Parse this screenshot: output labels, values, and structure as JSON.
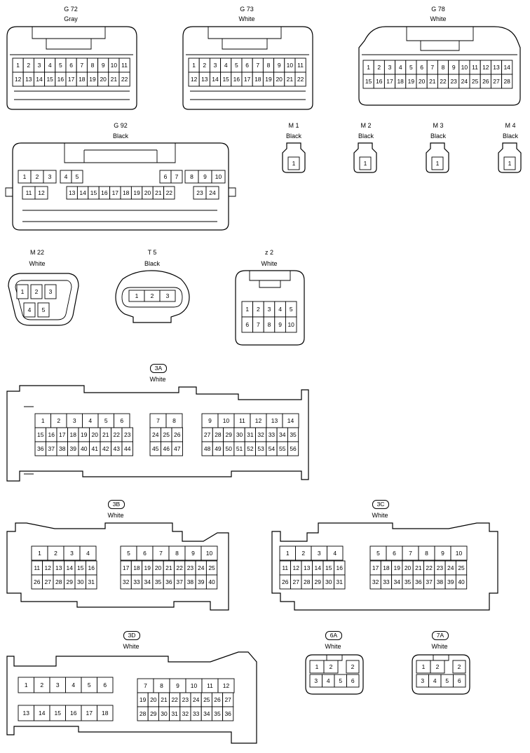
{
  "connectors": {
    "g72": {
      "code": "G 72",
      "color": "Gray",
      "top": [
        "1",
        "2",
        "3",
        "4",
        "5",
        "6",
        "7",
        "8",
        "9",
        "10",
        "11"
      ],
      "bottom": [
        "12",
        "13",
        "14",
        "15",
        "16",
        "17",
        "18",
        "19",
        "20",
        "21",
        "22"
      ]
    },
    "g73": {
      "code": "G 73",
      "color": "White",
      "top": [
        "1",
        "2",
        "3",
        "4",
        "5",
        "6",
        "7",
        "8",
        "9",
        "10",
        "11"
      ],
      "bottom": [
        "12",
        "13",
        "14",
        "15",
        "16",
        "17",
        "18",
        "19",
        "20",
        "21",
        "22"
      ]
    },
    "g78": {
      "code": "G 78",
      "color": "White",
      "top": [
        "1",
        "2",
        "3",
        "4",
        "5",
        "6",
        "7",
        "8",
        "9",
        "10",
        "11",
        "12",
        "13",
        "14"
      ],
      "bottom": [
        "15",
        "16",
        "17",
        "18",
        "19",
        "20",
        "21",
        "22",
        "23",
        "24",
        "25",
        "26",
        "27",
        "28"
      ]
    },
    "g92": {
      "code": "G 92",
      "color": "Black",
      "top": [
        "1",
        "2",
        "3",
        "4",
        "5",
        "6",
        "7",
        "8",
        "9",
        "10"
      ],
      "bottom": [
        "11",
        "12",
        "13",
        "14",
        "15",
        "16",
        "17",
        "18",
        "19",
        "20",
        "21",
        "22",
        "23",
        "24"
      ]
    },
    "m1": {
      "code": "M 1",
      "color": "Black",
      "pin": "1"
    },
    "m2": {
      "code": "M 2",
      "color": "Black",
      "pin": "1"
    },
    "m3": {
      "code": "M 3",
      "color": "Black",
      "pin": "1"
    },
    "m4": {
      "code": "M 4",
      "color": "Black",
      "pin": "1"
    },
    "m22": {
      "code": "M 22",
      "color": "White",
      "pins": [
        "1",
        "2",
        "3",
        "4",
        "5"
      ]
    },
    "t5": {
      "code": "T 5",
      "color": "Black",
      "pins": [
        "1",
        "2",
        "3"
      ]
    },
    "z2": {
      "code": "z 2",
      "color": "White",
      "top": [
        "1",
        "2",
        "3",
        "4",
        "5"
      ],
      "bottom": [
        "6",
        "7",
        "8",
        "9",
        "10"
      ]
    },
    "c3a": {
      "code": "3A",
      "color": "White",
      "blocks": [
        [
          [
            "1",
            "2",
            "3",
            "4",
            "5",
            "6"
          ],
          [
            "15",
            "16",
            "17",
            "18",
            "19",
            "20",
            "21",
            "22",
            "23"
          ],
          [
            "36",
            "37",
            "38",
            "39",
            "40",
            "41",
            "42",
            "43",
            "44"
          ]
        ],
        [
          [
            "7",
            "8"
          ],
          [
            "24",
            "25",
            "26"
          ],
          [
            "45",
            "46",
            "47"
          ]
        ],
        [
          [
            "9",
            "10",
            "11",
            "12",
            "13",
            "14"
          ],
          [
            "27",
            "28",
            "29",
            "30",
            "31",
            "32",
            "33",
            "34",
            "35"
          ],
          [
            "48",
            "49",
            "50",
            "51",
            "52",
            "53",
            "54",
            "55",
            "56"
          ]
        ]
      ]
    },
    "c3b": {
      "code": "3B",
      "color": "White",
      "blocks": [
        [
          [
            "1",
            "2",
            "3",
            "4"
          ],
          [
            "11",
            "12",
            "13",
            "14",
            "15",
            "16"
          ],
          [
            "26",
            "27",
            "28",
            "29",
            "30",
            "31"
          ]
        ],
        [
          [
            "5",
            "6",
            "7",
            "8",
            "9",
            "10"
          ],
          [
            "17",
            "18",
            "19",
            "20",
            "21",
            "22",
            "23",
            "24",
            "25"
          ],
          [
            "32",
            "33",
            "34",
            "35",
            "36",
            "37",
            "38",
            "39",
            "40"
          ]
        ]
      ]
    },
    "c3c": {
      "code": "3C",
      "color": "White",
      "blocks": [
        [
          [
            "1",
            "2",
            "3",
            "4"
          ],
          [
            "11",
            "12",
            "13",
            "14",
            "15",
            "16"
          ],
          [
            "26",
            "27",
            "28",
            "29",
            "30",
            "31"
          ]
        ],
        [
          [
            "5",
            "6",
            "7",
            "8",
            "9",
            "10"
          ],
          [
            "17",
            "18",
            "19",
            "20",
            "21",
            "22",
            "23",
            "24",
            "25"
          ],
          [
            "32",
            "33",
            "34",
            "35",
            "36",
            "37",
            "38",
            "39",
            "40"
          ]
        ]
      ]
    },
    "c3d": {
      "code": "3D",
      "color": "White",
      "left_top": [
        "1",
        "2",
        "3",
        "4",
        "5",
        "6"
      ],
      "left_bottom": [
        "13",
        "14",
        "15",
        "16",
        "17",
        "18"
      ],
      "right": [
        [
          "7",
          "8",
          "9",
          "10",
          "11",
          "12"
        ],
        [
          "19",
          "20",
          "21",
          "22",
          "23",
          "24",
          "25",
          "26",
          "27"
        ],
        [
          "28",
          "29",
          "30",
          "31",
          "32",
          "33",
          "34",
          "35",
          "36"
        ]
      ]
    },
    "c6a": {
      "code": "6A",
      "color": "White",
      "top": [
        "1",
        "2"
      ],
      "bottom": [
        "3",
        "4",
        "5",
        "6"
      ]
    },
    "c7a": {
      "code": "7A",
      "color": "White",
      "top": [
        "1",
        "2"
      ],
      "bottom": [
        "3",
        "4",
        "5",
        "6"
      ]
    }
  }
}
